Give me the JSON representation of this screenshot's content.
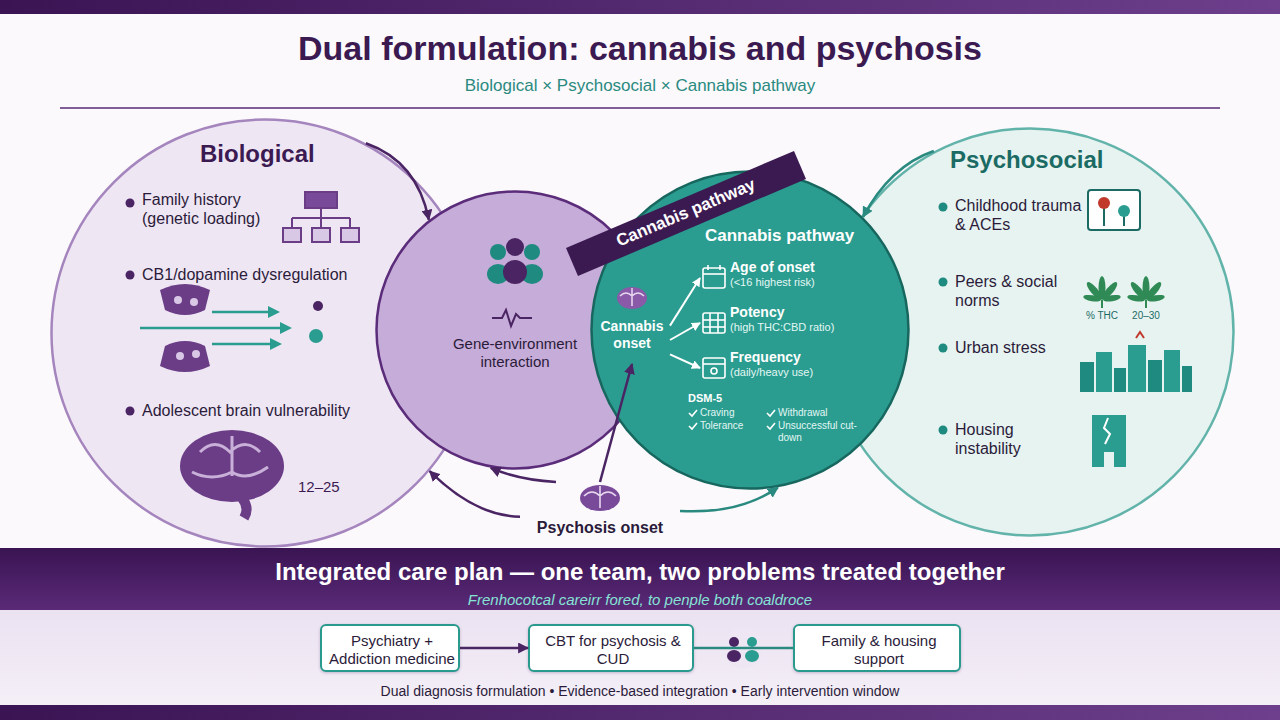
{
  "diagram": {
    "title": "Dual formulation: cannabis and psychosis",
    "caption": "Biological × Psychosocial × Cannabis pathway",
    "nodes": [
      {
        "text": [
          "Biological",
          "Family history (genetic loading)",
          "CB1/dopamine dysregulation",
          "Adolescent brain vulnerability"
        ]
      },
      {
        "text": [
          "Gene-environment interaction"
        ]
      },
      {
        "text": [
          "Cannabis pathway"
        ]
      },
      {
        "text": [
          "Cannabis onset"
        ],
        "in": 2
      },
      {
        "text": [
          "Age of onset",
          "(<16 highest risk)"
        ],
        "in": 2
      },
      {
        "text": [
          "Potency",
          "(high THC:CBD ratio)"
        ],
        "in": 2
      },
      {
        "text": [
          "Frequency",
          "(daily/heavy use)"
        ],
        "in": 2
      },
      {
        "text": [
          "Psychosocial",
          "Childhood trauma & ACEs",
          "Peers & social norms",
          "Urban stress",
          "Housing instability"
        ]
      },
      {
        "text": [
          "Psychosis onset"
        ]
      },
      {
        "text": [
          "Integrated care plan — one team, two problems treated together",
          "Frenhocotcal careirr fored, to penple both coaldroce"
        ]
      },
      {
        "text": [
          "Psychiatry + Addiction medicine"
        ],
        "in": 9
      },
      {
        "text": [
          "CBT for psychosis & CUD"
        ],
        "in": 9
      },
      {
        "text": [
          "Family & housing support"
        ],
        "in": 9
      }
    ],
    "edges": [
      {
        "from": 0,
        "to": 1,
        "arrow": "to"
      },
      {
        "from": 7,
        "to": 2,
        "arrow": "to"
      },
      {
        "from": 8,
        "to": 0,
        "arrow": "to"
      },
      {
        "from": 8,
        "to": 1,
        "arrow": "to"
      },
      {
        "from": 8,
        "to": 3,
        "arrow": "to"
      },
      {
        "from": 8,
        "to": 2,
        "arrow": "to"
      },
      {
        "from": 3,
        "to": 4,
        "arrow": "to"
      },
      {
        "from": 3,
        "to": 5,
        "arrow": "to"
      },
      {
        "from": 3,
        "to": 6,
        "arrow": "to"
      },
      {
        "from": 10,
        "to": 11,
        "arrow": "to"
      },
      {
        "from": 11,
        "to": 12,
        "arrow": "none"
      }
    ],
    "labels": [
      "Cannabis pathway",
      "12–25",
      "DSM-5",
      "Craving",
      "Tolerance",
      "Withdrawal",
      "Unsuccessful cut-down",
      "% THC",
      "20–30",
      "Dual diagnosis formulation • Evidence-based integration • Early intervention window"
    ]
  }
}
